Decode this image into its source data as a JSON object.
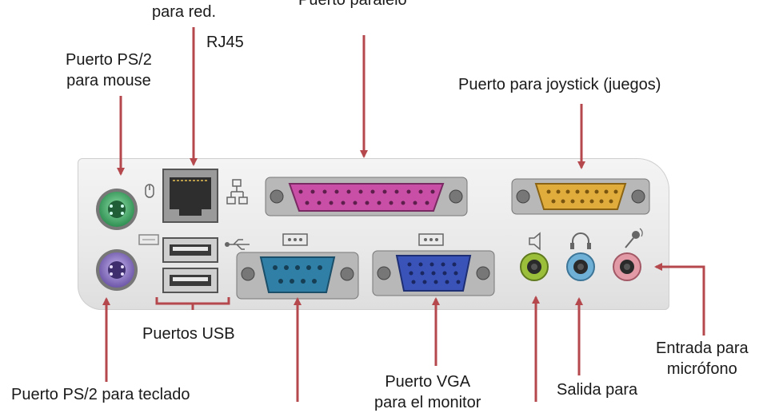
{
  "labels": {
    "rj45_red": "para red.",
    "rj45": "RJ45",
    "paralelo": "Puerto paralelo",
    "ps2_mouse_l1": "Puerto PS/2",
    "ps2_mouse_l2": "para mouse",
    "joystick": "Puerto para joystick (juegos)",
    "usb": "Puertos USB",
    "ps2_teclado": "Puerto PS/2 para teclado",
    "vga_l1": "Puerto VGA",
    "vga_l2": "para el monitor",
    "salida_l1": "Salida para",
    "entrada_l1": "Entrada para",
    "entrada_l2": "micrófono"
  },
  "colors": {
    "arrow": "#b5484c",
    "ps2_mouse": "#3fae6a",
    "ps2_keyboard": "#8f76c6",
    "parallel": "#c94fa6",
    "serial": "#2f7fa6",
    "vga": "#3a53b8",
    "joystick": "#e0ac3c",
    "audio_out": "#9bbf3a",
    "audio_headphone": "#6fb0d6",
    "audio_mic": "#e29aa6"
  },
  "icons": [
    "mouse-icon",
    "network-icon",
    "usb-icon",
    "keyboard-icon",
    "serial-port-icon",
    "monitor-port-icon",
    "speaker-icon",
    "headphone-icon",
    "microphone-icon"
  ]
}
